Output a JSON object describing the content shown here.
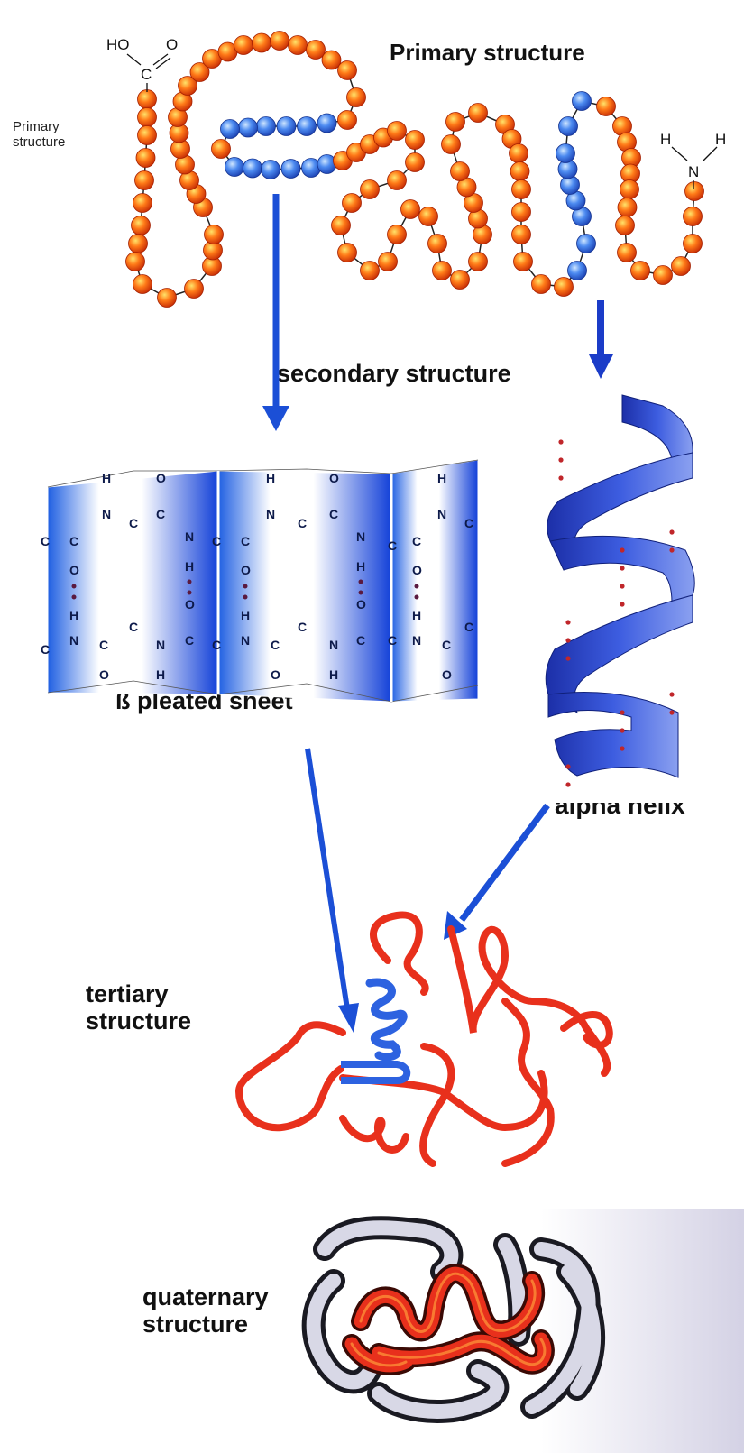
{
  "title": "Primary structure",
  "side_label": "Primary structure",
  "primary": {
    "carboxyl_terminus": {
      "group": "HO",
      "carbon": "C",
      "oxygen": "O"
    },
    "amino_terminus": {
      "nitrogen": "N",
      "h1": "H",
      "h2": "H"
    }
  },
  "labels": {
    "secondary": "secondary structure",
    "beta_sheet": "ß pleated sheet",
    "alpha_helix": "alpha helix",
    "tertiary_line1": "tertiary",
    "tertiary_line2": "structure",
    "quaternary_line1": "quaternary",
    "quaternary_line2": "structure"
  },
  "colors": {
    "residue_orange": "#f05a10",
    "residue_blue": "#2f6fe0",
    "arrow_blue": "#1b4fd6",
    "ribbon_red": "#e8301c",
    "sheet_blue": "#1a55e0"
  },
  "icons": [
    "arrow-down-icon",
    "arrow-diagonal-icon"
  ]
}
